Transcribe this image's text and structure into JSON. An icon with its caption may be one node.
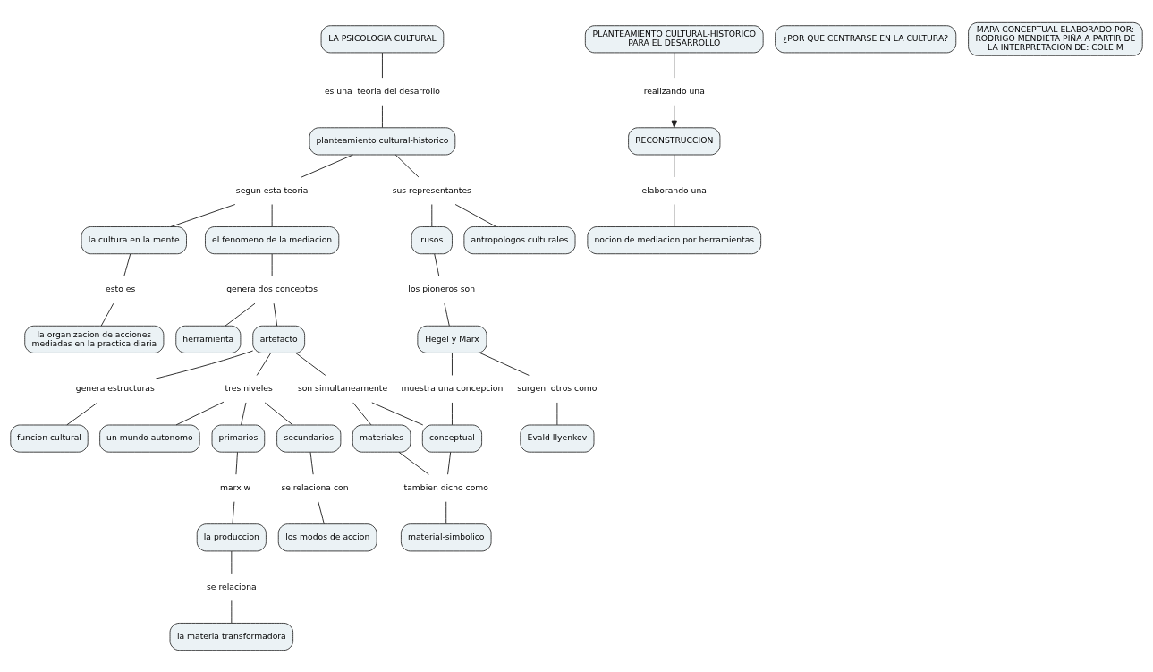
{
  "diagram": {
    "nodes": [
      {
        "text": [
          "LA PSICOLOGIA CULTURAL"
        ]
      },
      {
        "text": [
          "PLANTEAMIENTO CULTURAL-HISTORICO PARA EL DESARROLLO"
        ]
      },
      {
        "text": [
          "¿POR QUE CENTRARSE EN LA CULTURA?"
        ]
      },
      {
        "text": [
          "realizando una"
        ]
      },
      {
        "text": [
          "RECONSTRUCCION"
        ]
      },
      {
        "text": [
          "es una  teoria del desarrollo"
        ]
      },
      {
        "text": [
          "elaborando una"
        ]
      },
      {
        "text": [
          "planteamiento cultural-historico"
        ]
      },
      {
        "text": [
          "nocion de mediacion por herramientas"
        ]
      },
      {
        "text": [
          "segun esta teoria"
        ]
      },
      {
        "text": [
          "sus representantes"
        ]
      },
      {
        "text": [
          "la cultura en la mente"
        ]
      },
      {
        "text": [
          "MAPA CONCEPTUAL ELABORADO POR: RODRIGO MENDIETA PIÑA A PARTIR DE LA INTERPRETACION DE: COLE M"
        ]
      },
      {
        "text": [
          "esto es"
        ]
      },
      {
        "text": [
          "el fenomeno de la mediacion"
        ]
      },
      {
        "text": [
          "rusos"
        ]
      },
      {
        "text": [
          "la organizacion de acciones mediadas en la practica diaria"
        ]
      },
      {
        "text": [
          "los pioneros son"
        ]
      },
      {
        "text": [
          "herramienta"
        ]
      },
      {
        "text": [
          "genera dos conceptos"
        ]
      },
      {
        "text": [
          "Hegel y Marx"
        ]
      },
      {
        "text": [
          "genera estructuras"
        ]
      },
      {
        "text": [
          "artefacto"
        ]
      },
      {
        "text": [
          "surgen  otros como"
        ]
      },
      {
        "text": [
          "funcion cultural"
        ]
      },
      {
        "text": [
          "Evald Ilyenkov"
        ]
      },
      {
        "text": [
          "muestra una concepcion"
        ]
      },
      {
        "text": [
          "tres niveles"
        ]
      },
      {
        "text": [
          "son simultaneamente"
        ]
      },
      {
        "text": [
          "materiales"
        ]
      },
      {
        "text": [
          "conceptual"
        ]
      },
      {
        "text": [
          "un mundo autonomo"
        ]
      },
      {
        "text": [
          "tambien dicho como"
        ]
      },
      {
        "text": [
          "antropologos culturales"
        ]
      },
      {
        "text": [
          "primarios"
        ]
      },
      {
        "text": [
          "secundarios"
        ]
      },
      {
        "text": [
          "marx w"
        ]
      },
      {
        "text": [
          "la produccion"
        ]
      },
      {
        "text": [
          "se relaciona con"
        ]
      },
      {
        "text": [
          "material-simbolico"
        ]
      },
      {
        "text": [
          "los modos de accion"
        ]
      },
      {
        "text": [
          "se relaciona"
        ]
      },
      {
        "text": [
          "la materia transformadora"
        ]
      }
    ],
    "edges": [
      {
        "from": 0,
        "to": 5,
        "arrow": "none"
      },
      {
        "from": 5,
        "to": 7,
        "arrow": "none"
      },
      {
        "from": 1,
        "to": 3,
        "arrow": "none"
      },
      {
        "from": 3,
        "to": 4,
        "arrow": "to"
      },
      {
        "from": 4,
        "to": 6,
        "arrow": "none"
      },
      {
        "from": 6,
        "to": 8,
        "arrow": "none"
      },
      {
        "from": 7,
        "to": 10,
        "arrow": "none"
      },
      {
        "from": 7,
        "to": 9,
        "arrow": "none"
      },
      {
        "from": 10,
        "to": 15,
        "arrow": "none"
      },
      {
        "from": 10,
        "to": 33,
        "arrow": "none"
      },
      {
        "from": 9,
        "to": 11,
        "arrow": "none"
      },
      {
        "from": 9,
        "to": 14,
        "arrow": "none"
      },
      {
        "from": 11,
        "to": 13,
        "arrow": "none"
      },
      {
        "from": 13,
        "to": 16,
        "arrow": "none"
      },
      {
        "from": 15,
        "to": 17,
        "arrow": "none"
      },
      {
        "from": 17,
        "to": 20,
        "arrow": "none"
      },
      {
        "from": 20,
        "to": 23,
        "arrow": "none"
      },
      {
        "from": 23,
        "to": 25,
        "arrow": "none"
      },
      {
        "from": 20,
        "to": 26,
        "arrow": "none"
      },
      {
        "from": 26,
        "to": 30,
        "arrow": "none"
      },
      {
        "from": 14,
        "to": 19,
        "arrow": "none"
      },
      {
        "from": 19,
        "to": 18,
        "arrow": "none"
      },
      {
        "from": 19,
        "to": 22,
        "arrow": "none"
      },
      {
        "from": 22,
        "to": 21,
        "arrow": "none"
      },
      {
        "from": 21,
        "to": 24,
        "arrow": "none"
      },
      {
        "from": 22,
        "to": 28,
        "arrow": "none"
      },
      {
        "from": 28,
        "to": 30,
        "arrow": "none"
      },
      {
        "from": 28,
        "to": 29,
        "arrow": "none"
      },
      {
        "from": 22,
        "to": 27,
        "arrow": "none"
      },
      {
        "from": 27,
        "to": 34,
        "arrow": "none"
      },
      {
        "from": 27,
        "to": 31,
        "arrow": "none"
      },
      {
        "from": 27,
        "to": 35,
        "arrow": "none"
      },
      {
        "from": 34,
        "to": 36,
        "arrow": "none"
      },
      {
        "from": 36,
        "to": 37,
        "arrow": "none"
      },
      {
        "from": 37,
        "to": 41,
        "arrow": "none"
      },
      {
        "from": 41,
        "to": 42,
        "arrow": "none"
      },
      {
        "from": 35,
        "to": 38,
        "arrow": "none"
      },
      {
        "from": 38,
        "to": 40,
        "arrow": "none"
      },
      {
        "from": 30,
        "to": 32,
        "arrow": "none"
      },
      {
        "from": 29,
        "to": 32,
        "arrow": "none"
      },
      {
        "from": 32,
        "to": 39,
        "arrow": "none"
      }
    ]
  }
}
